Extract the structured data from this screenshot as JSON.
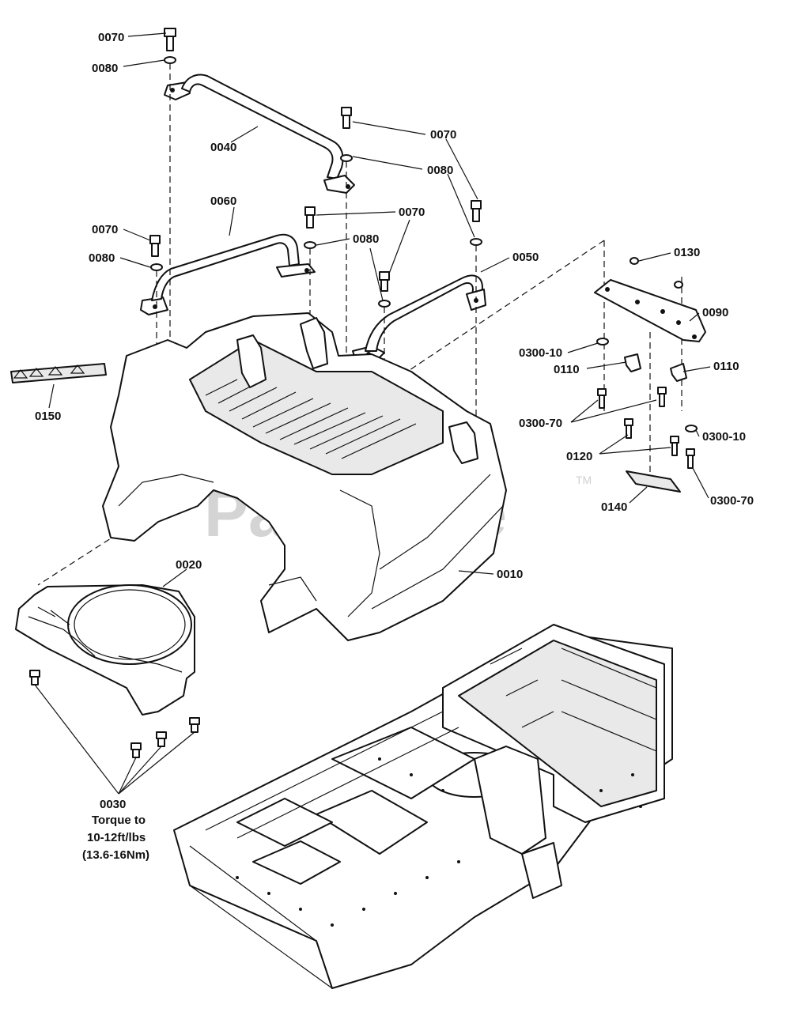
{
  "watermark": {
    "text": "PartsTree",
    "tm": "TM"
  },
  "callouts": [
    {
      "id": "c1",
      "text": "0070"
    },
    {
      "id": "c2",
      "text": "0080"
    },
    {
      "id": "c3",
      "text": "0040"
    },
    {
      "id": "c4",
      "text": "0070"
    },
    {
      "id": "c5",
      "text": "0080"
    },
    {
      "id": "c6",
      "text": "0060"
    },
    {
      "id": "c7",
      "text": "0070"
    },
    {
      "id": "c8",
      "text": "0070"
    },
    {
      "id": "c9",
      "text": "0080"
    },
    {
      "id": "c10",
      "text": "0080"
    },
    {
      "id": "c11",
      "text": "0050"
    },
    {
      "id": "c12",
      "text": "0130"
    },
    {
      "id": "c13",
      "text": "0090"
    },
    {
      "id": "c14",
      "text": "0300-10"
    },
    {
      "id": "c15",
      "text": "0110"
    },
    {
      "id": "c16",
      "text": "0110"
    },
    {
      "id": "c17",
      "text": "0300-70"
    },
    {
      "id": "c18",
      "text": "0300-10"
    },
    {
      "id": "c19",
      "text": "0120"
    },
    {
      "id": "c20",
      "text": "0300-70"
    },
    {
      "id": "c21",
      "text": "0140"
    },
    {
      "id": "c22",
      "text": "0150"
    },
    {
      "id": "c23",
      "text": "0020"
    },
    {
      "id": "c24",
      "text": "0010"
    },
    {
      "id": "c25",
      "text": "0030"
    }
  ],
  "torque_note": {
    "line1": "Torque to",
    "line2": "10-12ft/lbs",
    "line3": "(13.6-16Nm)"
  }
}
